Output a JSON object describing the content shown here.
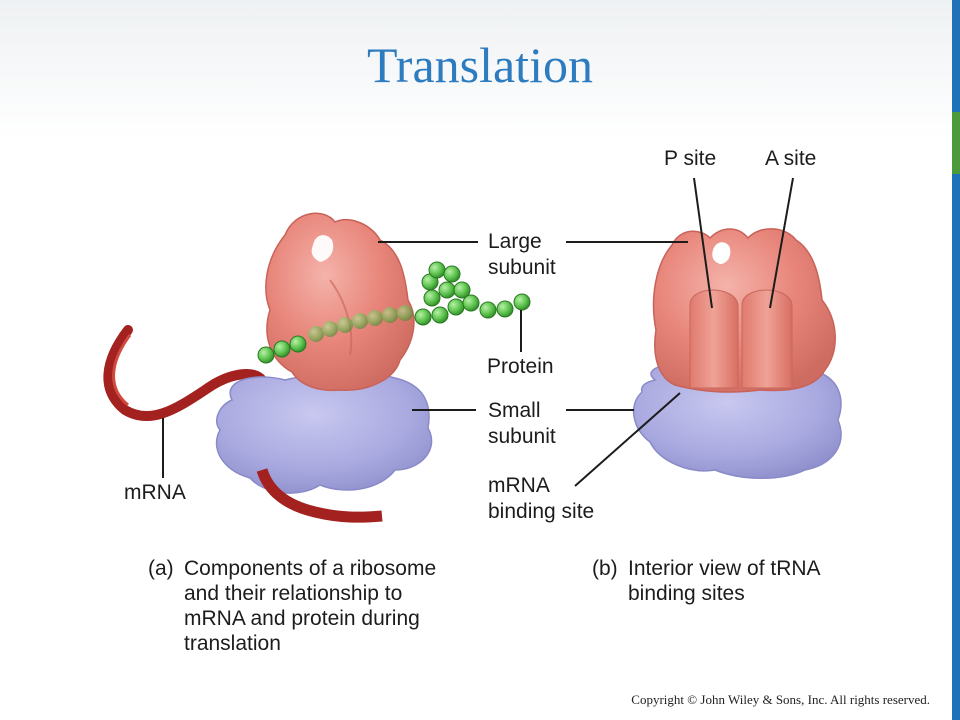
{
  "title": "Translation",
  "labels": {
    "p_site": "P site",
    "a_site": "A site",
    "large_subunit": "Large\nsubunit",
    "protein": "Protein",
    "small_subunit": "Small\nsubunit",
    "mrna": "mRNA",
    "mrna_binding_site": "mRNA\nbinding site"
  },
  "captions": {
    "a_letter": "(a)",
    "a_text": "Components of a ribosome\nand their relationship to\nmRNA and protein during\ntranslation",
    "b_letter": "(b)",
    "b_text": "Interior view of tRNA\nbinding sites"
  },
  "copyright": "Copyright © John Wiley & Sons, Inc. All rights reserved.",
  "colors": {
    "title": "#2e7cc0",
    "large_subunit": "#e8857a",
    "small_subunit": "#a9a9e0",
    "mrna": "#a3211f",
    "protein": "#5cc24d",
    "edge_bar": "#1f72b8"
  }
}
